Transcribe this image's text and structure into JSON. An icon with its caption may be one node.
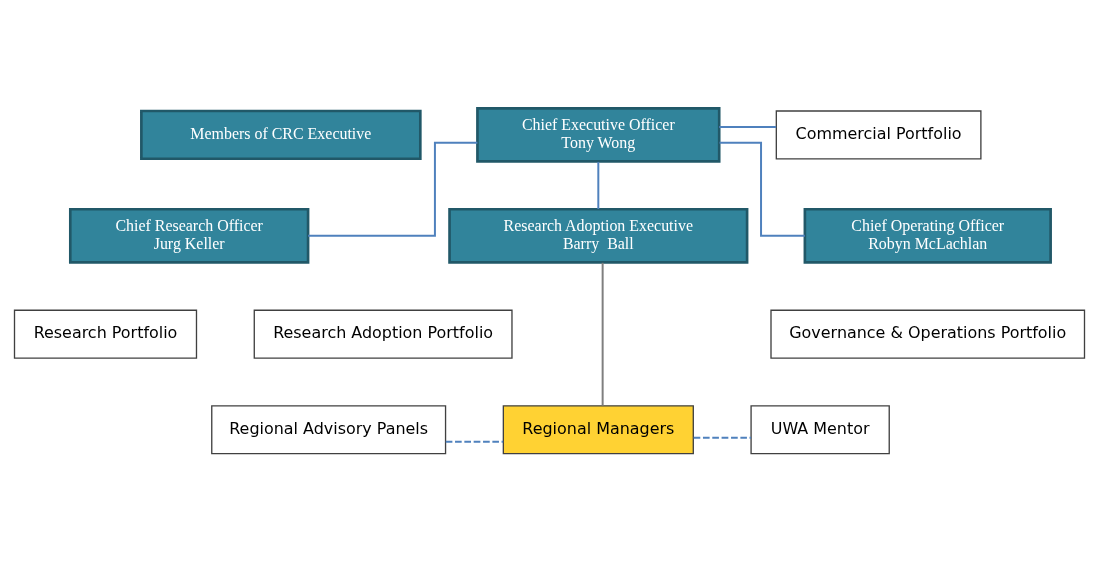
{
  "diagram": {
    "nodes": [
      {
        "text": [
          "Members of CRC Executive"
        ]
      },
      {
        "text": [
          "Chief Executive Officer",
          "Tony Wong"
        ]
      },
      {
        "text": [
          "Commercial Portfolio"
        ]
      },
      {
        "text": [
          "Chief Research Officer",
          "Jurg Keller"
        ]
      },
      {
        "text": [
          "Research Adoption Executive",
          "Barry  Ball"
        ]
      },
      {
        "text": [
          "Chief Operating Officer",
          "Robyn McLachlan"
        ]
      },
      {
        "text": [
          "Research Portfolio"
        ]
      },
      {
        "text": [
          "Research Adoption Portfolio"
        ]
      },
      {
        "text": [
          "Governance & Operations Portfolio"
        ]
      },
      {
        "text": [
          "Regional Advisory Panels"
        ]
      },
      {
        "text": [
          "Regional Managers"
        ]
      },
      {
        "text": [
          "UWA Mentor"
        ]
      }
    ],
    "edges": [
      {
        "from": 1,
        "to": 2,
        "arrow": "none"
      },
      {
        "from": 1,
        "to": 3,
        "arrow": "none"
      },
      {
        "from": 1,
        "to": 4,
        "arrow": "none"
      },
      {
        "from": 1,
        "to": 5,
        "arrow": "none"
      },
      {
        "from": 4,
        "to": 10,
        "arrow": "none",
        "color": "#7f7f7f"
      },
      {
        "from": 9,
        "to": 10,
        "arrow": "none",
        "style": "dashed"
      },
      {
        "from": 10,
        "to": 11,
        "arrow": "none",
        "style": "dashed"
      }
    ]
  }
}
